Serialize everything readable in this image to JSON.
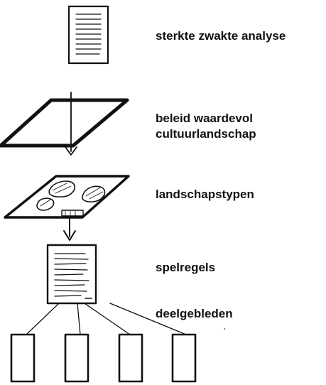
{
  "labels": {
    "step1": "sterkte zwakte analyse",
    "step2_line1": "beleid waardevol",
    "step2_line2": "cultuurlandschap",
    "step3": "landschapstypen",
    "step4": "spelregels",
    "step5": "deelgebleden"
  },
  "colors": {
    "ink": "#111111",
    "background": "#ffffff"
  },
  "icons": [
    "document-icon",
    "parallelogram-plane-icon",
    "landscape-map-icon",
    "document-icon",
    "sub-area-box-icon"
  ]
}
